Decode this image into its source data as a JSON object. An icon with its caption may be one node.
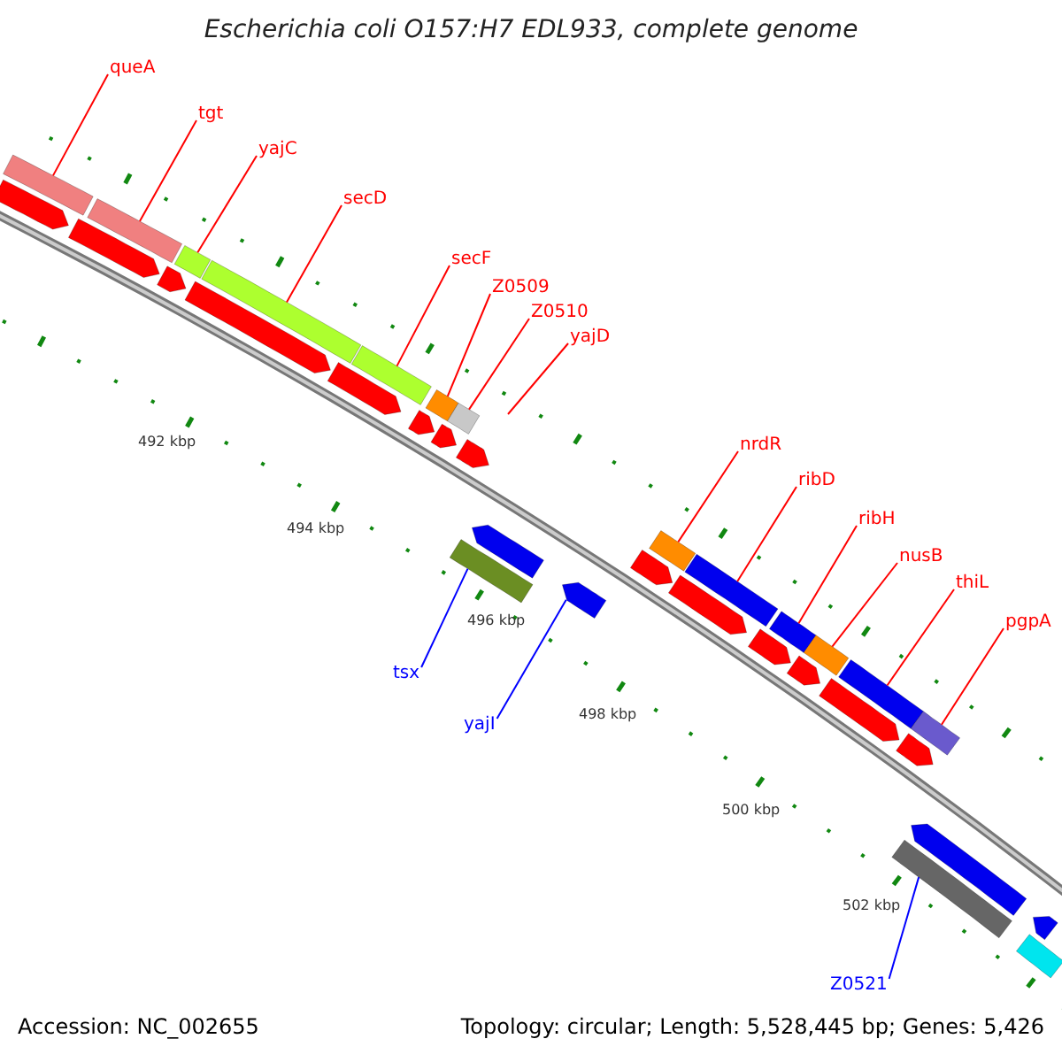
{
  "diagram": {
    "title": "Escherichia coli O157:H7 EDL933, complete genome",
    "nodes": [
      {
        "text": [
          "queA"
        ]
      },
      {
        "text": [
          "tgt"
        ]
      },
      {
        "text": [
          "yajC"
        ]
      },
      {
        "text": [
          "secD"
        ]
      },
      {
        "text": [
          "secF"
        ]
      },
      {
        "text": [
          "Z0509"
        ]
      },
      {
        "text": [
          "Z0510"
        ]
      },
      {
        "text": [
          "yajD"
        ]
      },
      {
        "text": [
          "nrdR"
        ]
      },
      {
        "text": [
          "ribD"
        ]
      },
      {
        "text": [
          "ribH"
        ]
      },
      {
        "text": [
          "nusB"
        ]
      },
      {
        "text": [
          "thiL"
        ]
      },
      {
        "text": [
          "pgpA"
        ]
      },
      {
        "text": [
          "tsx"
        ]
      },
      {
        "text": [
          "yajI"
        ]
      },
      {
        "text": [
          "Z0521"
        ]
      },
      {
        "text": [],
        "shape": "bar"
      },
      {
        "text": [],
        "shape": "bar"
      },
      {
        "text": [],
        "shape": "bar"
      },
      {
        "text": [],
        "shape": "bar"
      },
      {
        "text": [],
        "shape": "bar"
      },
      {
        "text": [],
        "shape": "bar"
      },
      {
        "text": [],
        "shape": "bar"
      },
      {
        "text": [],
        "shape": "bar"
      },
      {
        "text": [],
        "shape": "bar"
      },
      {
        "text": [],
        "shape": "bar"
      },
      {
        "text": [],
        "shape": "bar"
      },
      {
        "text": [],
        "shape": "bar"
      },
      {
        "text": [],
        "shape": "bar"
      },
      {
        "text": [],
        "shape": "bar"
      },
      {
        "text": [],
        "shape": "bar"
      },
      {
        "text": [],
        "shape": "bar"
      },
      {
        "text": [],
        "shape": "bar"
      },
      {
        "text": [],
        "shape": "bar"
      },
      {
        "text": [],
        "shape": "bar"
      },
      {
        "text": [],
        "shape": "bar"
      },
      {
        "text": [],
        "shape": "bar"
      },
      {
        "text": [],
        "shape": "bar"
      },
      {
        "text": [],
        "shape": "bar"
      },
      {
        "text": [],
        "shape": "bar"
      },
      {
        "text": [],
        "shape": "bar"
      },
      {
        "text": [],
        "shape": "bar"
      },
      {
        "text": [],
        "shape": "bar"
      },
      {
        "text": [],
        "shape": "bar"
      },
      {
        "text": [],
        "shape": "bar"
      },
      {
        "text": [],
        "shape": "bar"
      },
      {
        "text": [],
        "shape": "bar"
      },
      {
        "text": [],
        "shape": "bar"
      },
      {
        "text": [],
        "shape": "bar"
      },
      {
        "text": [],
        "shape": "bar"
      }
    ],
    "edges": [
      {
        "from": 0,
        "to": 17,
        "arrow": "none"
      },
      {
        "from": 1,
        "to": 18,
        "arrow": "none"
      },
      {
        "from": 2,
        "to": 19,
        "arrow": "none"
      },
      {
        "from": 3,
        "to": 20,
        "arrow": "none"
      },
      {
        "from": 4,
        "to": 21,
        "arrow": "none"
      },
      {
        "from": 5,
        "to": 22,
        "arrow": "none"
      },
      {
        "from": 6,
        "to": 23,
        "arrow": "none"
      },
      {
        "from": 7,
        "to": null,
        "arrow": "none"
      },
      {
        "from": 8,
        "to": 24,
        "arrow": "none"
      },
      {
        "from": 9,
        "to": 25,
        "arrow": "none"
      },
      {
        "from": 10,
        "to": 26,
        "arrow": "none"
      },
      {
        "from": 11,
        "to": 27,
        "arrow": "none"
      },
      {
        "from": 12,
        "to": 28,
        "arrow": "none"
      },
      {
        "from": 13,
        "to": 29,
        "arrow": "none"
      },
      {
        "from": 14,
        "to": 30,
        "arrow": "none",
        "color": "#0000ff"
      },
      {
        "from": 15,
        "to": 31,
        "arrow": "none",
        "color": "#0000ff"
      },
      {
        "from": 16,
        "to": 32,
        "arrow": "none",
        "color": "#0000ff"
      }
    ],
    "labels": [
      "492 kbp",
      "494 kbp",
      "496 kbp",
      "498 kbp",
      "500 kbp",
      "502 kbp",
      "Accession: NC_002655",
      "Topology: circular; Length: 5,528,445 bp; Genes: 5,426"
    ]
  }
}
